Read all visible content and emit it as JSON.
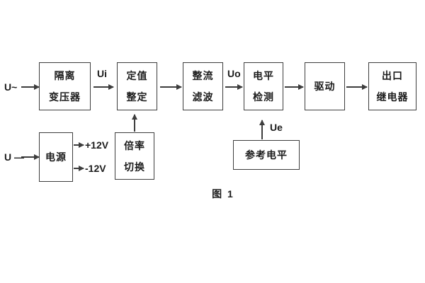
{
  "figure": {
    "caption": "图 1",
    "colors": {
      "line": "#3d3d3d",
      "text": "#1c1c1c",
      "background": "#ffffff"
    }
  },
  "inputs": {
    "ac": "U~",
    "dc": "U —"
  },
  "signals": {
    "ui": "Ui",
    "uo": "Uo",
    "ue": "Ue",
    "rail_pos": "+12V",
    "rail_neg": "-12V"
  },
  "blocks": {
    "isolation": {
      "label": "隔离\n变压器"
    },
    "setting": {
      "label": "定值\n整定"
    },
    "rectifier": {
      "label": "整流\n滤波"
    },
    "level": {
      "label": "电平\n检测"
    },
    "drive": {
      "label": "驱动"
    },
    "relay": {
      "label": "出口\n继电器"
    },
    "power": {
      "label": "电源"
    },
    "ratio": {
      "label": "倍率\n切换"
    },
    "reference": {
      "label": "参考电平"
    }
  }
}
